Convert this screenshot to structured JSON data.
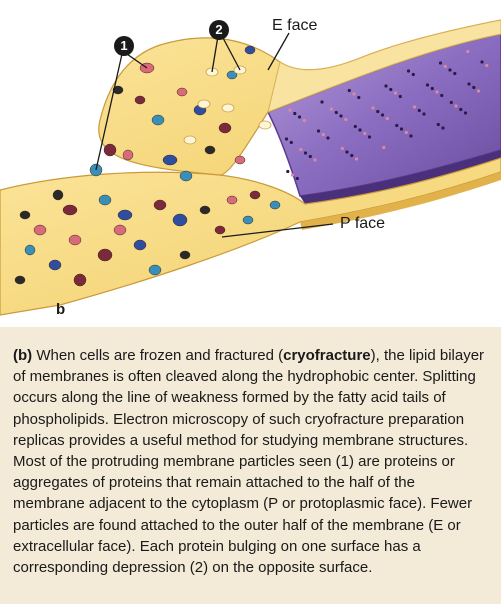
{
  "labels": {
    "callout_1": "1",
    "callout_2": "2",
    "e_face": "E face",
    "p_face": "P face",
    "panel_letter": "b"
  },
  "caption": {
    "lead": "(b)",
    "part1": " When cells are frozen and fractured (",
    "term": "cryofracture",
    "part2": "), the lipid bilayer of membranes is often cleaved along the hydrophobic center. Splitting occurs along the line of weakness formed by the fatty acid tails of phospholipids. Electron microscopy of such cryofracture preparation replicas provides a useful method for studying membrane structures. Most of the protruding membrane particles seen (1) are proteins or aggregates of proteins that remain attached to the half of the membrane adjacent to the cytoplasm (P or protoplasmic face). Fewer particles are found attached to the outer half of the membrane (E or extracellular face). Each protein bulging on one surface has a corresponding depression (2) on the opposite surface."
  },
  "colors": {
    "membrane_yellow": "#f6d77a",
    "membrane_edge": "#e4b84e",
    "purple_surface": "#8d6ec2",
    "purple_dark": "#5b3d8f",
    "caption_bg": "#f3ead7",
    "particle_colors": [
      "#2f4ea0",
      "#7a2a3a",
      "#d96a7a",
      "#3a8fb8",
      "#2a2a2a"
    ]
  }
}
